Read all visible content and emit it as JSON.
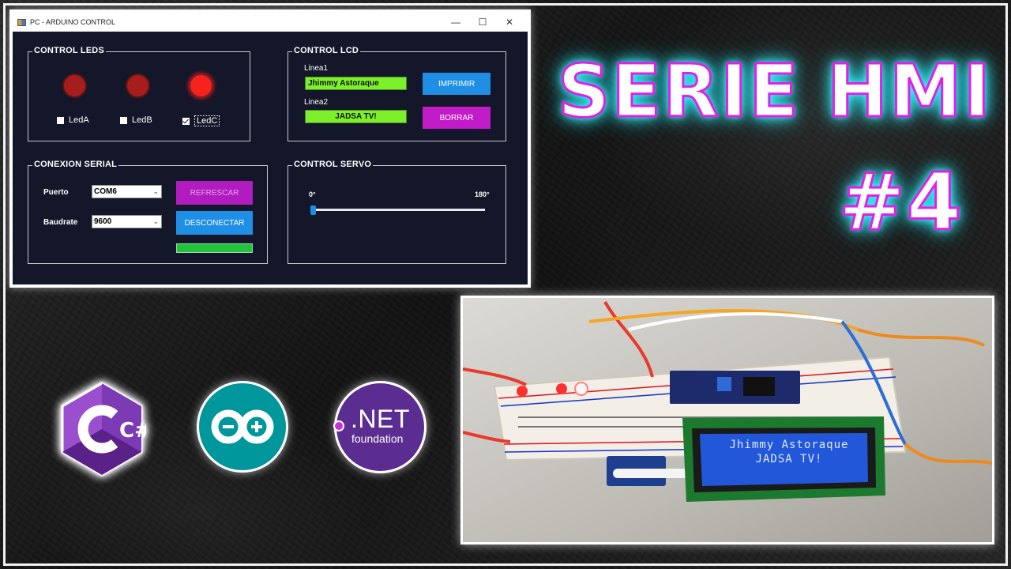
{
  "window": {
    "title": "PC - ARDUINO CONTROL",
    "buttons": {
      "minimize": "—",
      "maximize": "☐",
      "close": "✕"
    }
  },
  "control_leds": {
    "title": "CONTROL LEDS",
    "leds": [
      {
        "label": "LedA",
        "checked": false,
        "color": "#a51d1d"
      },
      {
        "label": "LedB",
        "checked": false,
        "color": "#a51d1d"
      },
      {
        "label": "LedC",
        "checked": true,
        "color": "#f5231e"
      }
    ]
  },
  "control_lcd": {
    "title": "CONTROL LCD",
    "line1_label": "Linea1",
    "line1_value": "Jhimmy Astoraque",
    "line2_label": "Linea2",
    "line2_value": "JADSA TV!",
    "print_button": "IMPRIMIR",
    "clear_button": "BORRAR"
  },
  "serial": {
    "title": "CONEXION SERIAL",
    "port_label": "Puerto",
    "port_value": "COM6",
    "baud_label": "Baudrate",
    "baud_value": "9600",
    "refresh_button": "REFRESCAR",
    "disconnect_button": "DESCONECTAR",
    "connection_progress": 1.0
  },
  "servo": {
    "title": "CONTROL SERVO",
    "min_label": "0°",
    "max_label": "180°",
    "value": 0
  },
  "headline": {
    "line1": "SERIE HMI",
    "line2": "#4"
  },
  "logos": {
    "csharp": "C#",
    "net_main": ".NET",
    "net_sub": "foundation",
    "arduino": "arduino-icon"
  },
  "photo": {
    "lcd_line1": "Jhimmy Astoraque",
    "lcd_line2": "JADSA TV!"
  },
  "colors": {
    "form_bg": "#14162a",
    "button_blue": "#1f8fe6",
    "button_purple": "#c21cc9",
    "textbox_lime": "#7cf02a",
    "neon_stroke": "#e21ee8",
    "neon_glow": "#3ff6ff"
  }
}
